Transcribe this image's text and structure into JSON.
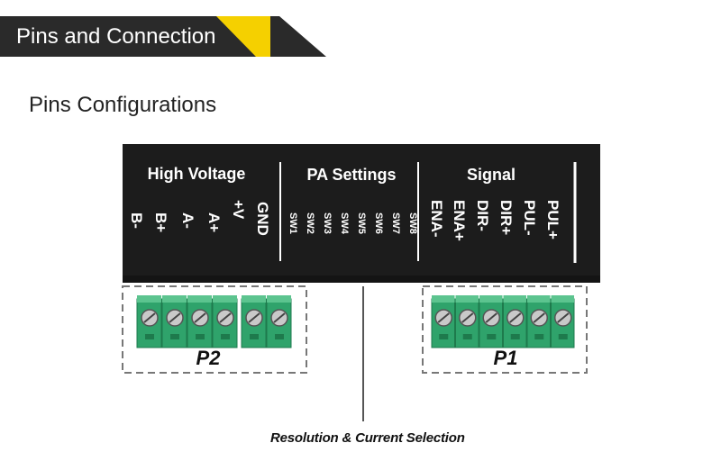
{
  "header": {
    "banner_title": "Pins and Connection",
    "section_title": "Pins Configurations",
    "colors": {
      "banner_bg": "#2a2a2a",
      "banner_accent": "#f5d000"
    }
  },
  "driver": {
    "sections": {
      "high_voltage": "High Voltage",
      "pa_settings": "PA Settings",
      "signal": "Signal"
    },
    "high_voltage_pins": [
      "B-",
      "B+",
      "A-",
      "A+",
      "+V",
      "GND"
    ],
    "pa_switches": [
      "SW1",
      "SW2",
      "SW3",
      "SW4",
      "SW5",
      "SW6",
      "SW7",
      "SW8"
    ],
    "signal_pins": [
      "ENA-",
      "ENA+",
      "DIR-",
      "DIR+",
      "PUL-",
      "PUL+"
    ],
    "connectors": {
      "left": "P2",
      "right": "P1"
    },
    "colors": {
      "body": "#1c1c1c",
      "terminal": "#2fa36b"
    }
  },
  "caption": "Resolution & Current Selection"
}
